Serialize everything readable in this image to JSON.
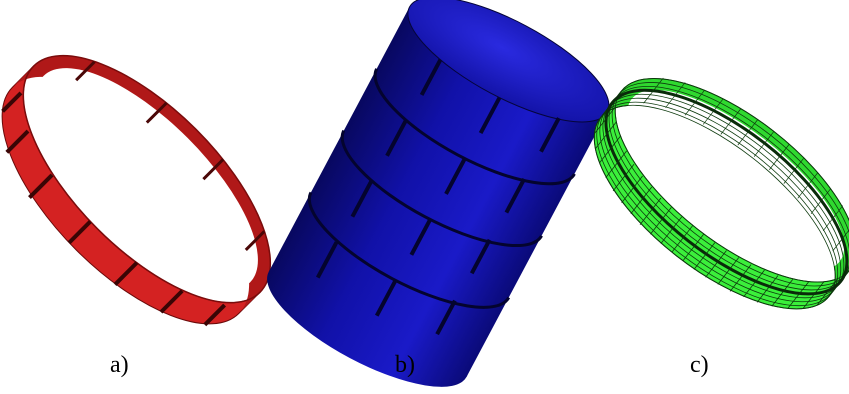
{
  "panels": [
    {
      "label": "a)",
      "color": "#cc1b1b",
      "shape": "ring"
    },
    {
      "label": "b)",
      "color": "#1414b8",
      "shape": "cylinder"
    },
    {
      "label": "c)",
      "color": "#33ee33",
      "shape": "ring"
    }
  ]
}
